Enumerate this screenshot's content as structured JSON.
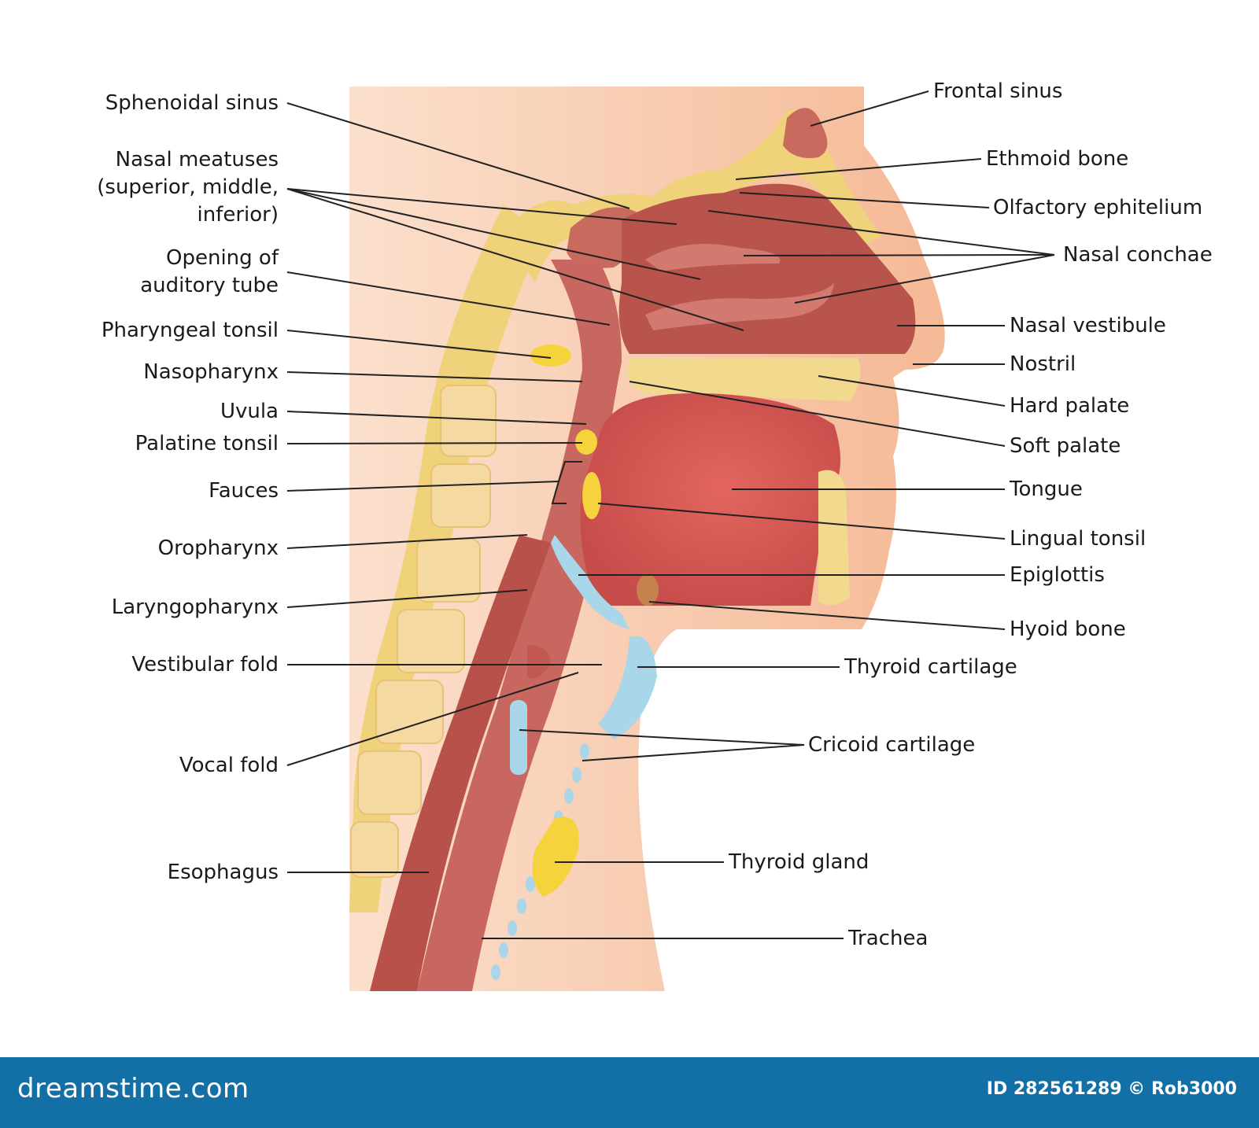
{
  "labels_left": {
    "sphenoidal_sinus": "Sphenoidal sinus",
    "nasal_meatuses": "Nasal meatuses\n(superior, middle,\ninferior)",
    "opening_auditory_tube": "Opening of\nauditory tube",
    "pharyngeal_tonsil": "Pharyngeal tonsil",
    "nasopharynx": "Nasopharynx",
    "uvula": "Uvula",
    "palatine_tonsil": "Palatine tonsil",
    "fauces": "Fauces",
    "oropharynx": "Oropharynx",
    "laryngopharynx": "Laryngopharynx",
    "vestibular_fold": "Vestibular fold",
    "vocal_fold": "Vocal fold",
    "esophagus": "Esophagus"
  },
  "labels_right": {
    "frontal_sinus": "Frontal sinus",
    "ethmoid_bone": "Ethmoid bone",
    "olfactory_ephitelium": "Olfactory ephitelium",
    "nasal_conchae": "Nasal conchae",
    "nasal_vestibule": "Nasal vestibule",
    "nostril": "Nostril",
    "hard_palate": "Hard palate",
    "soft_palate": "Soft palate",
    "tongue": "Tongue",
    "lingual_tonsil": "Lingual tonsil",
    "epiglottis": "Epiglottis",
    "hyoid_bone": "Hyoid bone",
    "thyroid_cartilage": "Thyroid cartilage",
    "cricoid_cartilage": "Cricoid cartilage",
    "thyroid_gland": "Thyroid gland",
    "trachea": "Trachea"
  },
  "footer": {
    "site": "dreamstime.com",
    "credit": "ID 282561289 © Rob3000"
  },
  "colors": {
    "skin": "#f7c9a8",
    "muscle": "#c9605a",
    "bone": "#f1d98e",
    "cartilage": "#a9d6e8",
    "gland": "#f5d33c",
    "footer": "#1270a6"
  }
}
